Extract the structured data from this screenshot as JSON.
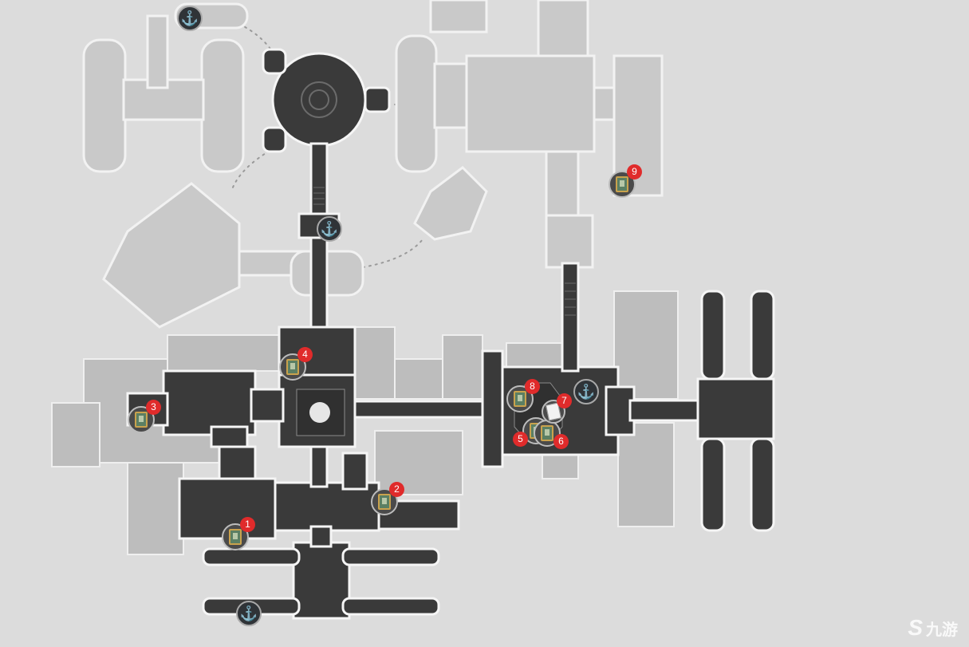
{
  "map": {
    "background": "#dcdcdc",
    "collectibles": [
      {
        "id": "1",
        "label": "1",
        "icon": "book-icon"
      },
      {
        "id": "2",
        "label": "2",
        "icon": "book-icon"
      },
      {
        "id": "3",
        "label": "3",
        "icon": "book-icon"
      },
      {
        "id": "4",
        "label": "4",
        "icon": "book-icon"
      },
      {
        "id": "5",
        "label": "5",
        "icon": "book-icon"
      },
      {
        "id": "6",
        "label": "6",
        "icon": "book-icon"
      },
      {
        "id": "7",
        "label": "7",
        "icon": "scroll-icon"
      },
      {
        "id": "8",
        "label": "8",
        "icon": "book-icon"
      },
      {
        "id": "9",
        "label": "9",
        "icon": "book-icon"
      }
    ],
    "teleports_icon": "teleport-anchor-icon",
    "badge_color": "#e02b2b",
    "teleport_color": "#39b9ff"
  },
  "watermark": {
    "logo": "S",
    "text": "九游"
  }
}
